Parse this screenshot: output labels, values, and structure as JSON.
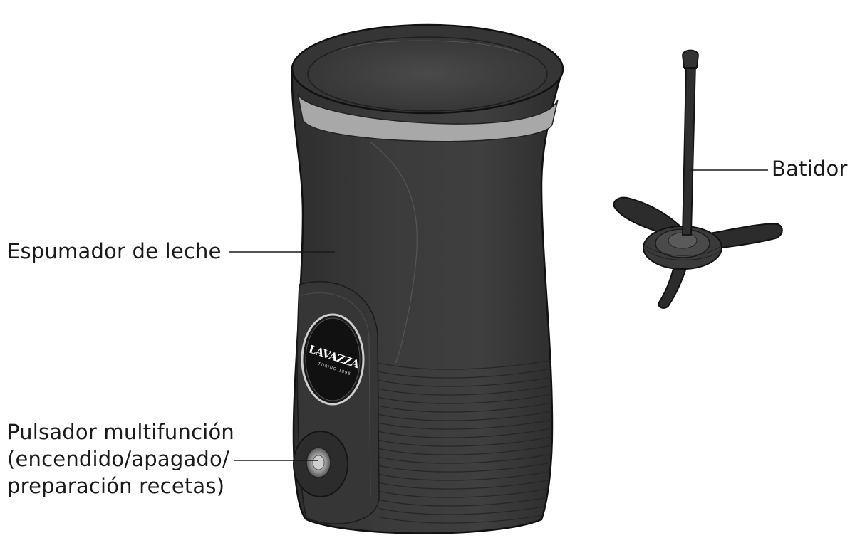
{
  "labels": {
    "frother": "Espumador de leche",
    "whisk": "Batidor",
    "button_line1": "Pulsador multifunción",
    "button_line2": "(encendido/apagado/",
    "button_line3": "preparación recetas)"
  },
  "logo": {
    "brand": "LAVAZZA",
    "tagline": "TORINO 1895"
  },
  "colors": {
    "body": "#3f3f3f",
    "body_dark": "#2f2f2f",
    "rim": "#a8a8a8",
    "line": "#1a1a1a"
  }
}
